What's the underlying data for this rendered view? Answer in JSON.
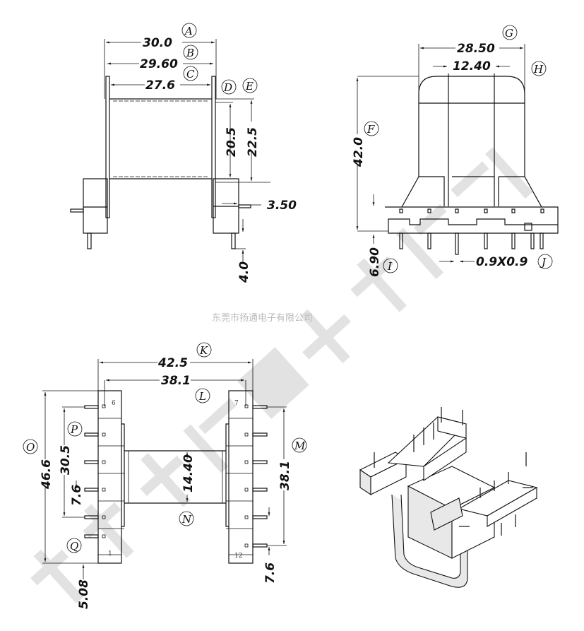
{
  "watermark": {
    "small": "东莞市扬通电子有限公司",
    "large": "东莞市扬通电子有限公司"
  },
  "front_view": {
    "dims": [
      {
        "label": "A",
        "value": "30.0"
      },
      {
        "label": "B",
        "value": "29.60"
      },
      {
        "label": "C",
        "value": "27.6"
      },
      {
        "label": "D",
        "value": "20.5"
      },
      {
        "label": "E",
        "value": "22.5"
      }
    ],
    "extra": {
      "pin_offset": "3.50",
      "pin_length": "4.0"
    }
  },
  "side_view": {
    "dims": [
      {
        "label": "G",
        "value": "28.50"
      },
      {
        "label": "H",
        "value": "12.40"
      },
      {
        "label": "F",
        "value": "42.0"
      },
      {
        "label": "I",
        "value": "6.90"
      },
      {
        "label": "J",
        "value": "0.9X0.9"
      }
    ]
  },
  "bottom_view": {
    "dims": [
      {
        "label": "K",
        "value": "42.5"
      },
      {
        "label": "L",
        "value": "38.1"
      },
      {
        "label": "M",
        "value": "38.1"
      },
      {
        "label": "N",
        "value": "14.40"
      },
      {
        "label": "O",
        "value": "46.6"
      },
      {
        "label": "P",
        "value": "30.5"
      },
      {
        "label": "Q",
        "value": "5.08"
      }
    ],
    "pitch_left": "7.6",
    "pitch_right": "7.6",
    "pin_numbers": [
      "6",
      "1",
      "7",
      "12"
    ]
  }
}
